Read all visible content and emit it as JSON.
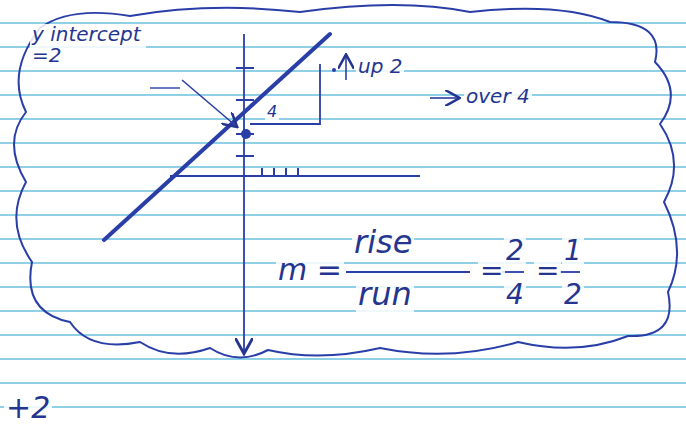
{
  "diagram": {
    "labels": [
      "y intercept =2",
      "4",
      "up 2",
      "over 4",
      "m =",
      "rise",
      "run",
      "=",
      "2",
      "4",
      "=",
      "1",
      "2",
      "+2"
    ]
  }
}
